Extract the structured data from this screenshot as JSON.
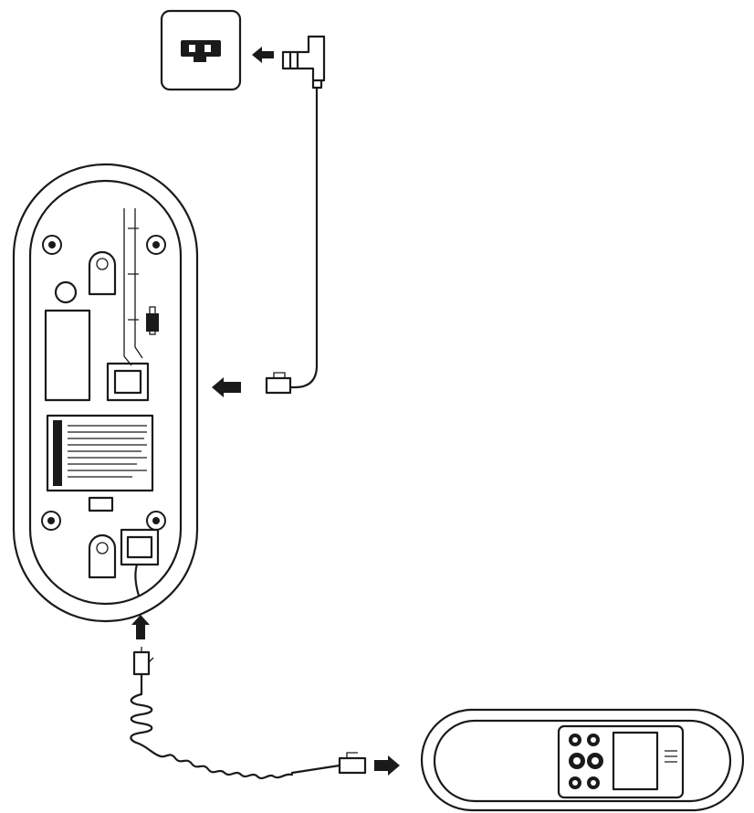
{
  "diagram": {
    "components": [
      {
        "id": "wall-jack",
        "icon": "wall-phone-jack-icon"
      },
      {
        "id": "line-cord",
        "icon": "telephone-line-cord-icon"
      },
      {
        "id": "phone-base",
        "icon": "telephone-base-underside-icon"
      },
      {
        "id": "coiled-cord",
        "icon": "coiled-handset-cord-icon"
      },
      {
        "id": "handset",
        "icon": "handset-icon"
      }
    ],
    "arrows": [
      {
        "id": "to-wall-jack",
        "direction": "left"
      },
      {
        "id": "to-base-line-port",
        "direction": "left"
      },
      {
        "id": "to-base-handset-port",
        "direction": "up"
      },
      {
        "id": "to-handset",
        "direction": "right"
      }
    ],
    "colors": {
      "line": "#1a1a1a",
      "background": "#ffffff"
    }
  }
}
